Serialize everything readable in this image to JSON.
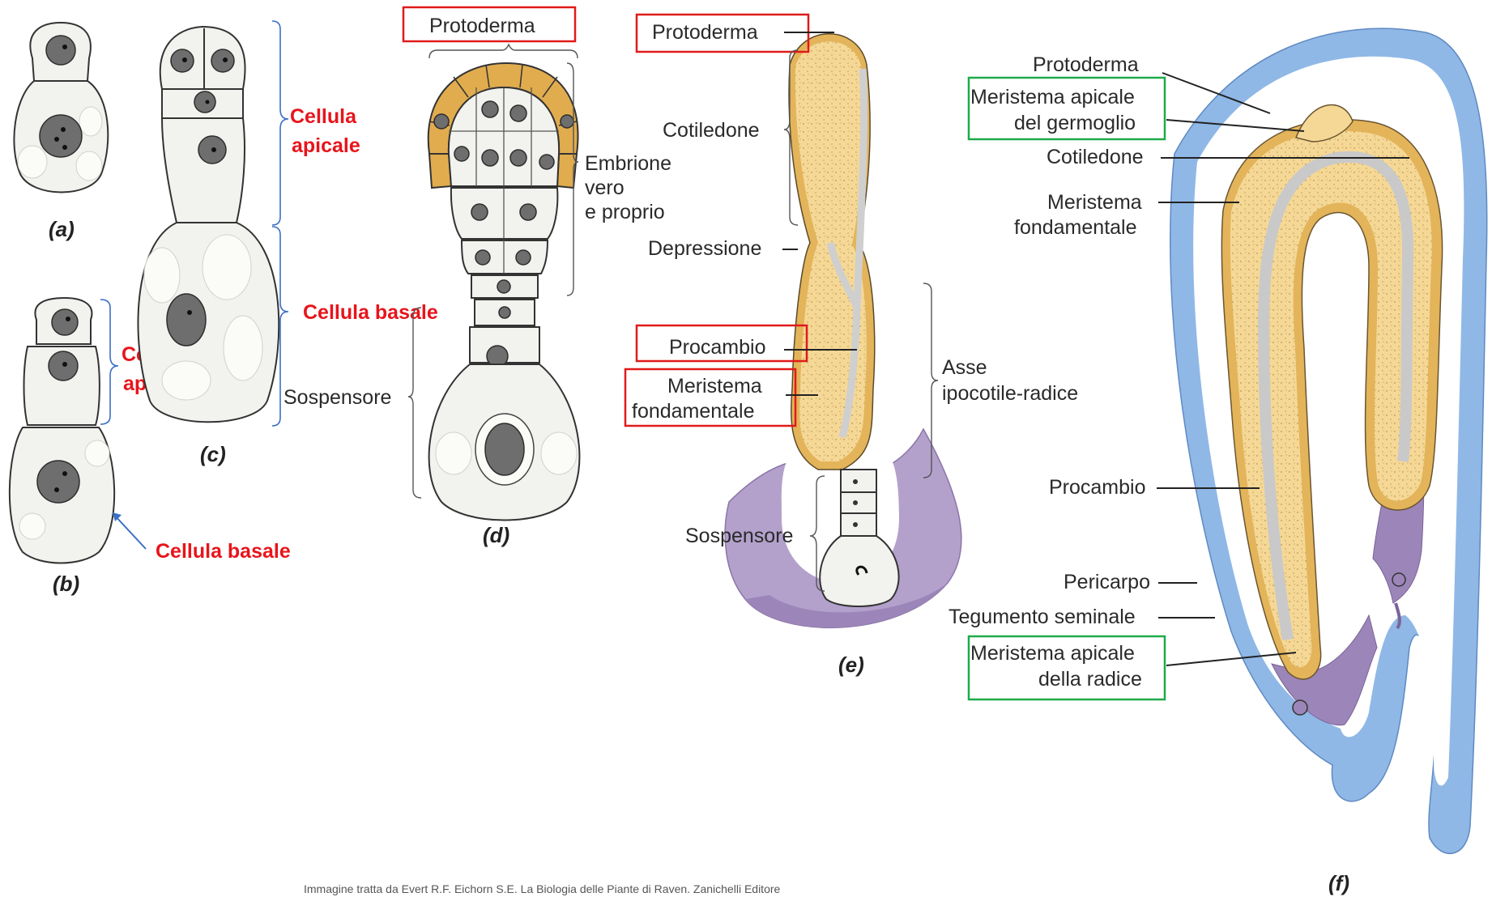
{
  "panels": [
    "(a)",
    "(b)",
    "(c)",
    "(d)",
    "(e)",
    "(f)"
  ],
  "red_labels": {
    "c_apicale_1": "Cellula",
    "c_apicale_2": "apicale",
    "c_basale": "Cellula basale",
    "b_apicale_1": "Cellula",
    "b_apicale_2": "apicale",
    "b_basale": "Cellula basale"
  },
  "labels_c": {
    "sospensore": "Sospensore"
  },
  "labels_d": {
    "protoderma": "Protoderma",
    "embrione_1": "Embrione",
    "embrione_2": "vero",
    "embrione_3": "e proprio"
  },
  "labels_e": {
    "protoderma": "Protoderma",
    "cotiledone": "Cotiledone",
    "depressione": "Depressione",
    "procambio": "Procambio",
    "meristema_1": "Meristema",
    "meristema_2": "fondamentale",
    "asse_1": "Asse",
    "asse_2": "ipocotile-radice",
    "sospensore": "Sospensore"
  },
  "labels_f": {
    "protoderma": "Protoderma",
    "mag_1": "Meristema apicale",
    "mag_2": "del germoglio",
    "cotiledone": "Cotiledone",
    "mf_1": "Meristema",
    "mf_2": "fondamentale",
    "procambio": "Procambio",
    "pericarpo": "Pericarpo",
    "tegumento": "Tegumento seminale",
    "mar_1": "Meristema apicale",
    "mar_2": "della radice"
  },
  "credit": "Immagine tratta da Evert R.F. Eichorn S.E. La Biologia delle Piante di Raven. Zanichelli Editore",
  "colors": {
    "highlight_red": "#e01a1a",
    "highlight_green": "#1faa4a",
    "bracket_blue": "#3b6fc6",
    "embryo_tissue": "#f5d896",
    "protoderm_orange": "#e0ac4e",
    "procambium": "#cfcfcf",
    "pericarp_blue": "#8fb8e6",
    "tegument_purple": "#9c85b8"
  }
}
